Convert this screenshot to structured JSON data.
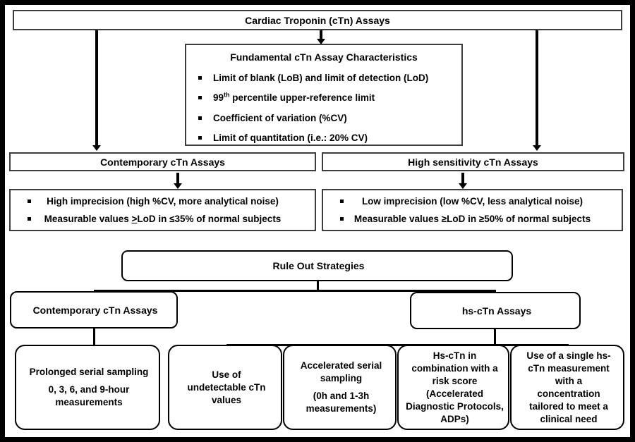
{
  "title": "Cardiac Troponin (cTn) Assays",
  "fundamental": {
    "heading": "Fundamental cTn Assay Characteristics",
    "bullets": [
      "Limit of blank (LoB) and limit of detection (LoD)",
      "99<sup>th</sup> percentile upper-reference limit",
      "Coefficient of variation (%CV)",
      "Limit of quantitation (i.e.: 20% CV)"
    ]
  },
  "contemporary": {
    "label": "Contemporary cTn Assays",
    "bullets": [
      "High imprecision (high %CV, more analytical noise)",
      "Measurable values <u>></u>LoD in ≤35% of normal subjects"
    ]
  },
  "high_sensitivity": {
    "label": "High sensitivity cTn Assays",
    "bullets": [
      "Low imprecision (low %CV, less analytical noise)",
      "Measurable values ≥LoD in ≥50% of normal subjects"
    ]
  },
  "rule_out": {
    "label": "Rule Out Strategies"
  },
  "branches": {
    "contemporary_label": "Contemporary cTn Assays",
    "hs_label": "hs-cTn Assays"
  },
  "strategies": [
    {
      "lines": [
        "Prolonged serial sampling",
        "0, 3, 6, and 9-hour measurements"
      ]
    },
    {
      "lines": [
        "Use of undetectable cTn values"
      ]
    },
    {
      "lines": [
        "Accelerated serial sampling",
        "(0h and 1-3h measurements)"
      ]
    },
    {
      "lines": [
        "Hs-cTn in combination with a risk score (Accelerated Diagnostic Protocols, ADPs)"
      ]
    },
    {
      "lines": [
        "Use of a single hs-cTn measurement with a concentration tailored to meet a clinical need"
      ]
    }
  ],
  "colors": {
    "line": "#000000",
    "box_border": "#3d3d3d",
    "background": "#ffffff"
  }
}
